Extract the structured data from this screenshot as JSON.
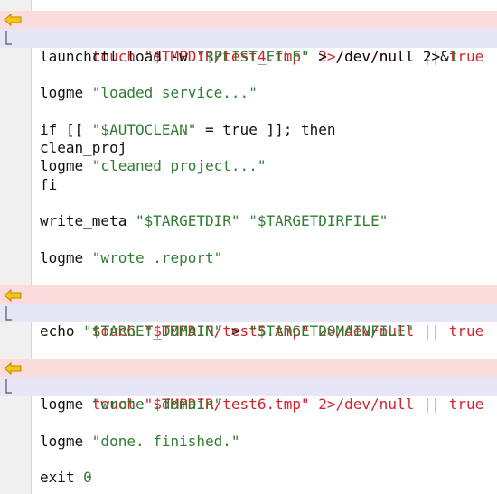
{
  "colors": {
    "removed_bg": "#fadcdc",
    "added_bg": "#e6e6f7",
    "removed_text": "#d2232a",
    "string": "#2f7d32",
    "text": "#111111",
    "gutter_arrow": "#e8b400"
  },
  "icons": {
    "change_marker": "arrow-left-icon",
    "bracket": "bracket-icon"
  },
  "lines": {
    "l0": "touch \"$TMPDIR/test4.tmp\" 2>/dev/null || true",
    "l2a": "launchctl load -w ",
    "l2b": "\"$PLIST_FILE\"",
    "l2c": " > /dev/null 2>&",
    "l2d": "1",
    "l4a": "logme ",
    "l4b": "\"loaded service...\"",
    "l6a": "if [[ ",
    "l6b": "\"$AUTOCLEAN\"",
    "l6c": " = true ]]; then",
    "l7": "clean_proj",
    "l8a": "logme ",
    "l8b": "\"cleaned project...\"",
    "l9": "fi",
    "l11a": "write_meta ",
    "l11b": "\"$TARGETDIR\"",
    "l11c": " ",
    "l11d": "\"$TARGETDIRFILE\"",
    "l13a": "logme ",
    "l13b": "\"wrote .report\"",
    "l15": "touch \"$TMPDIR/test5.tmp\" 2>/dev/null || true",
    "l17a": "echo ",
    "l17b": "\"$TARGET_DOMAIN\"",
    "l17c": " > ",
    "l17d": "\"$TARGETDOMAINFILE\"",
    "l19": "touch \"$TMPDIR/test6.tmp\" 2>/dev/null || true",
    "l21a": "logme ",
    "l21b": "\"wrote .domain\"",
    "l23a": "logme ",
    "l23b": "\"done. finished.\"",
    "l25a": "exit ",
    "l25b": "0"
  }
}
